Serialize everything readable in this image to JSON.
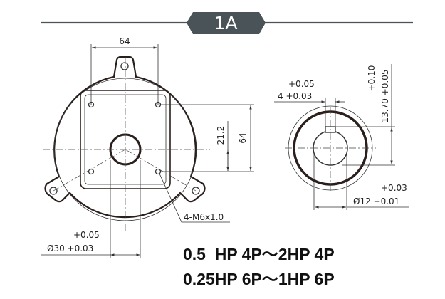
{
  "header": {
    "badge": "1A",
    "badge_color": "#4a5358"
  },
  "flange_view": {
    "dim_top": "64",
    "dim_right_outer": "64",
    "dim_right_inner": "21.2",
    "thread_callout": "4-M6x1.0",
    "bore_tol_upper": "+0.05",
    "bore_dim": "Ø30 +0.03"
  },
  "shaft_view": {
    "key_tol_upper": "+0.05",
    "key_dim": "4 +0.03",
    "height_tol_upper": "+0.10",
    "height_dim": "13.70 +0.05",
    "shaft_tol_upper": "+0.03",
    "shaft_dim": "Ø12 +0.01"
  },
  "specs": {
    "line1": "0.5  HP 4P～2HP 4P",
    "line2": "0.25HP 6P～1HP 6P"
  }
}
